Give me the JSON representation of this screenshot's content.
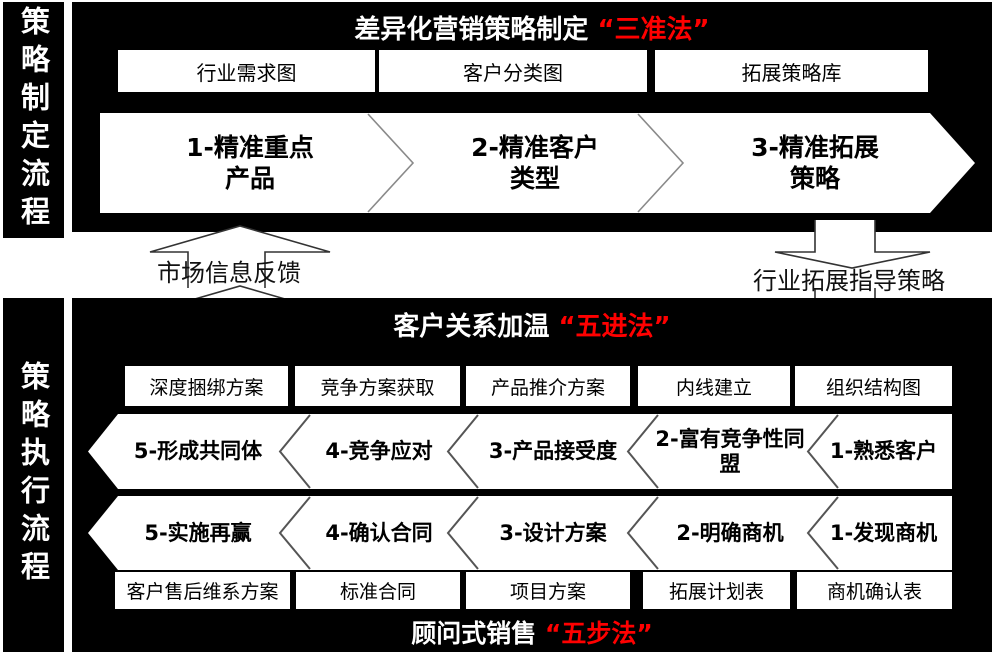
{
  "colors": {
    "highlight": "#ff0000",
    "panel": "#000000",
    "box": "#ffffff"
  },
  "left_rail": {
    "top_label": "策略制定流程",
    "bottom_label": "策略执行流程"
  },
  "top_panel": {
    "title": "差异化营销策略制定",
    "title_highlight": "“三准法”",
    "boxes": [
      "行业需求图",
      "客户分类图",
      "拓展策略库"
    ],
    "arrow_steps": [
      {
        "l1": "1-精准重点",
        "l2": "产品"
      },
      {
        "l1": "2-精准客户",
        "l2": "类型"
      },
      {
        "l1": "3-精准拓展",
        "l2": "策略"
      }
    ]
  },
  "middle": {
    "feedback_label": "市场信息反馈",
    "guide_label": "行业拓展指导策略"
  },
  "bottom_panel": {
    "title": "客户关系加温",
    "title_highlight": "“五进法”",
    "top_boxes": [
      "深度捆绑方案",
      "竞争方案获取",
      "产品推介方案",
      "内线建立",
      "组织结构图"
    ],
    "warm_steps": [
      "5-形成共同体",
      "4-竞争应对",
      "3-产品接受度",
      "2-富有竞争性同盟",
      "1-熟悉客户"
    ],
    "sale_steps": [
      "5-实施再赢",
      "4-确认合同",
      "3-设计方案",
      "2-明确商机",
      "1-发现商机"
    ],
    "bottom_boxes": [
      "客户售后维系方案",
      "标准合同",
      "项目方案",
      "拓展计划表",
      "商机确认表"
    ],
    "footer_title": "顾问式销售",
    "footer_highlight": "“五步法”"
  }
}
